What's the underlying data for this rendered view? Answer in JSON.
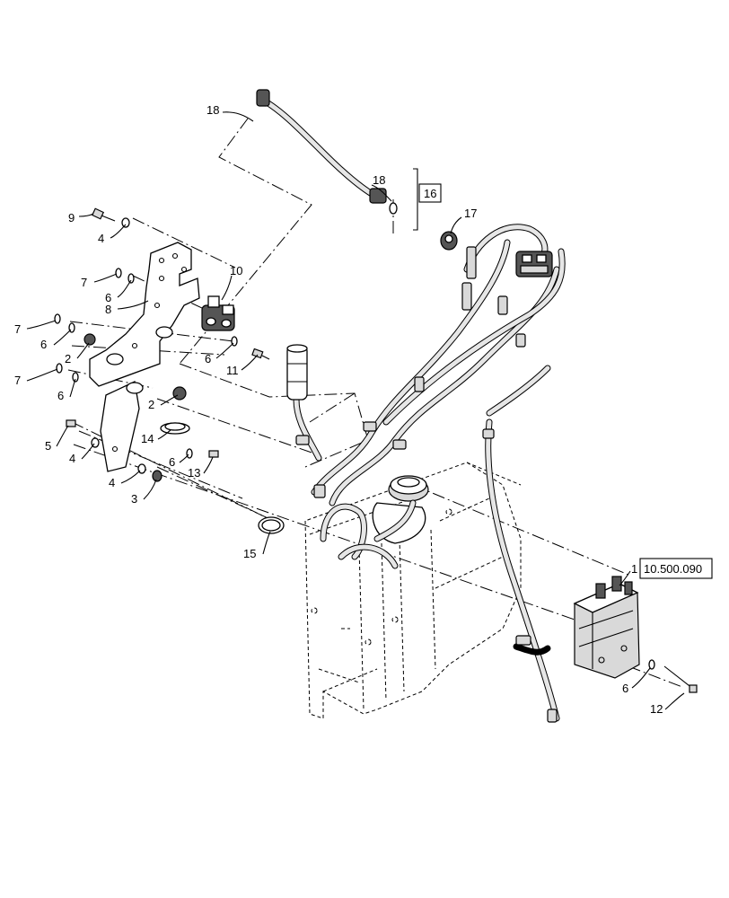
{
  "callouts": [
    {
      "id": "c18a",
      "text": "18"
    },
    {
      "id": "c18b",
      "text": "18"
    },
    {
      "id": "c16",
      "text": "16"
    },
    {
      "id": "c17",
      "text": "17"
    },
    {
      "id": "c9",
      "text": "9"
    },
    {
      "id": "c4a",
      "text": "4"
    },
    {
      "id": "c7a",
      "text": "7"
    },
    {
      "id": "c6a",
      "text": "6"
    },
    {
      "id": "c8",
      "text": "8"
    },
    {
      "id": "c10",
      "text": "10"
    },
    {
      "id": "c7b",
      "text": "7"
    },
    {
      "id": "c6b",
      "text": "6"
    },
    {
      "id": "c2a",
      "text": "2"
    },
    {
      "id": "c6c",
      "text": "6"
    },
    {
      "id": "c11",
      "text": "11"
    },
    {
      "id": "c7c",
      "text": "7"
    },
    {
      "id": "c6d",
      "text": "6"
    },
    {
      "id": "c2b",
      "text": "2"
    },
    {
      "id": "c14",
      "text": "14"
    },
    {
      "id": "c5",
      "text": "5"
    },
    {
      "id": "c4b",
      "text": "4"
    },
    {
      "id": "c6e",
      "text": "6"
    },
    {
      "id": "c13",
      "text": "13"
    },
    {
      "id": "c4c",
      "text": "4"
    },
    {
      "id": "c3",
      "text": "3"
    },
    {
      "id": "c15",
      "text": "15"
    },
    {
      "id": "c1",
      "text": "1"
    },
    {
      "id": "c6f",
      "text": "6"
    },
    {
      "id": "c12",
      "text": "12"
    }
  ],
  "reference": "10.500.090"
}
